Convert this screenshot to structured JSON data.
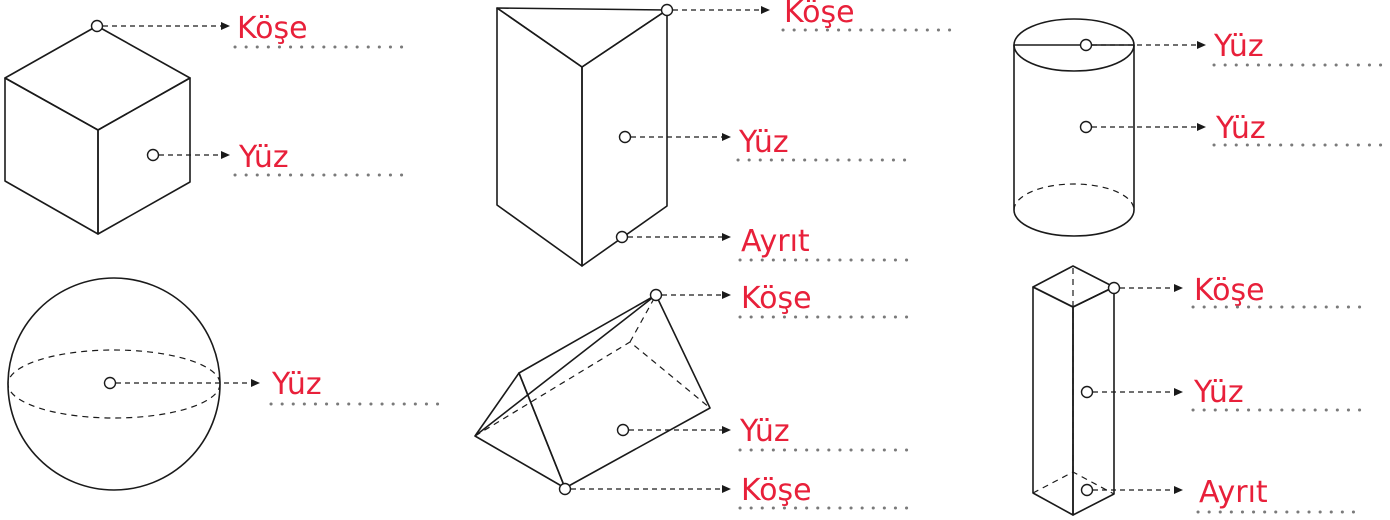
{
  "colors": {
    "label": "#e8203a",
    "cube": [
      "#fde3c6",
      "#fcd4a6",
      "#f8bf7c"
    ],
    "prism_blue": [
      "#bfe3f7",
      "#acdaf3",
      "#9fd2ef"
    ],
    "cylinder": "#d8e3a3",
    "sphere": "#e4d8ec",
    "prism_green": "#dfe9c7",
    "square_prism": [
      "#f7efc3",
      "#f9f0b6",
      "#f2e08e"
    ]
  },
  "shapes": [
    {
      "name": "cube",
      "labels": [
        "Köşe",
        "Yüz"
      ]
    },
    {
      "name": "triangular-prism-upright",
      "labels": [
        "Köşe",
        "Yüz",
        "Ayrıt"
      ]
    },
    {
      "name": "cylinder",
      "labels": [
        "Yüz",
        "Yüz"
      ]
    },
    {
      "name": "sphere",
      "labels": [
        "Yüz"
      ]
    },
    {
      "name": "triangular-prism-lying",
      "labels": [
        "Köşe",
        "Yüz",
        "Köşe"
      ]
    },
    {
      "name": "square-prism",
      "labels": [
        "Köşe",
        "Yüz",
        "Ayrıt"
      ]
    }
  ]
}
